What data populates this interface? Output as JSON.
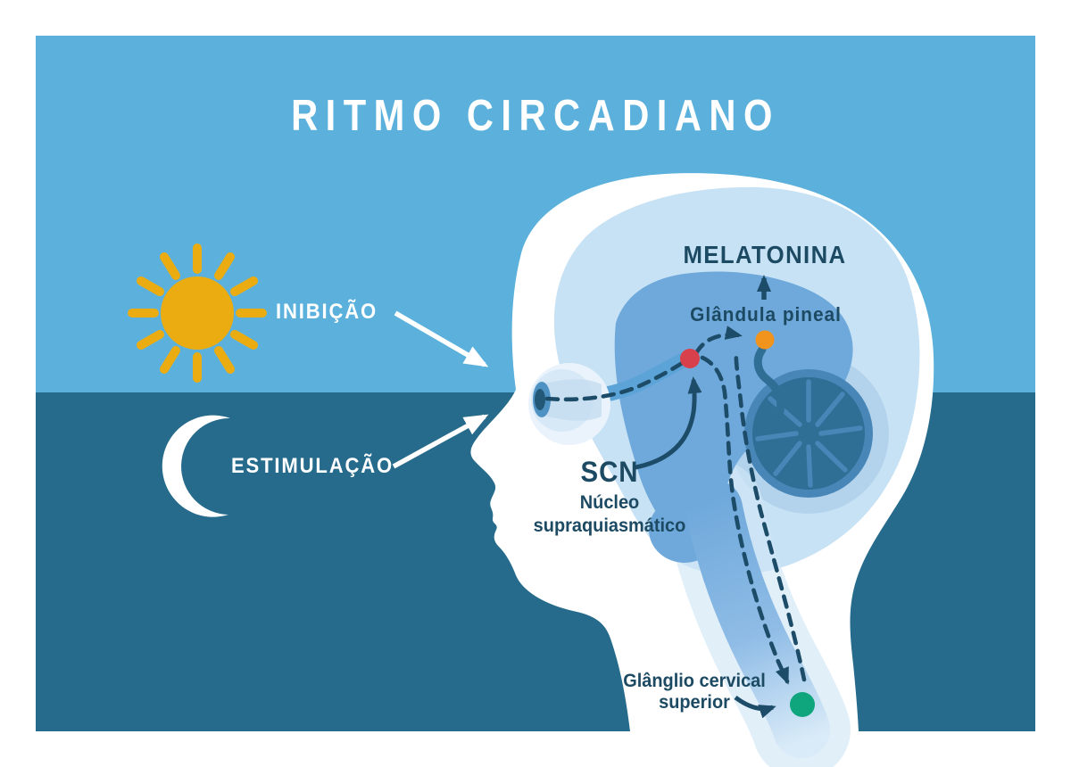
{
  "title": "RITMO CIRCADIANO",
  "labels": {
    "inhibition": "INIBIÇÃO",
    "stimulation": "ESTIMULAÇÃO",
    "melatonin": "MELATONINA",
    "pineal": "Glândula pineal",
    "scn": "SCN",
    "scn_sub1": "Núcleo",
    "scn_sub2": "supraquiasmático",
    "ganglion_line1": "Glânglio cervical",
    "ganglion_line2": "superior"
  },
  "icons": {
    "sun": "sun-icon",
    "moon": "moon-icon"
  },
  "colors": {
    "sky_day": "#5BB1DC",
    "sky_night": "#266B8C",
    "sun": "#EBAC12",
    "moon": "#FFFFFF",
    "head": "#FFFFFF",
    "brain_light": "#C7E2F5",
    "brain_mid": "#6FA9DB",
    "optic_band": "#5CA3D7",
    "cerebellum_mid": "#4886B7",
    "cerebellum_dark": "#2F6E95",
    "cerebellum_halo": "#B3D3ED",
    "pathway_dark": "#1D4C68",
    "text_dark": "#1D4A63",
    "scn_dot": "#D8414B",
    "pineal_dot": "#F1941D",
    "ganglion_dot": "#0FA57D"
  }
}
